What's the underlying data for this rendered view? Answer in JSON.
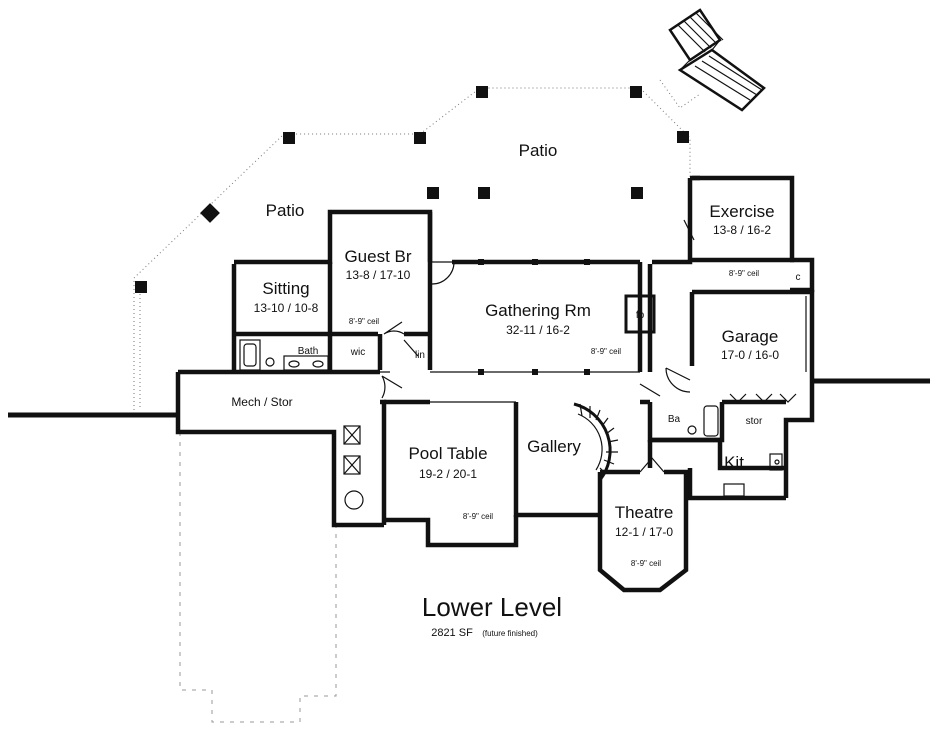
{
  "rooms": {
    "patio_upper": "Patio",
    "patio_left": "Patio",
    "exercise": {
      "name": "Exercise",
      "dims": "13-8 / 16-2",
      "ceiling": "8'-9\" ceil"
    },
    "closet_c": "c",
    "guest_br": {
      "name": "Guest Br",
      "dims": "13-8 / 17-10",
      "ceiling": "8'-9\" ceil"
    },
    "sitting": {
      "name": "Sitting",
      "dims": "13-10 / 10-8"
    },
    "bath": "Bath",
    "wic": "wic",
    "lin": "lin",
    "gathering": {
      "name": "Gathering Rm",
      "dims": "32-11 / 16-2",
      "ceiling": "8'-9\" ceil"
    },
    "fp": "fp",
    "garage": {
      "name": "Garage",
      "dims": "17-0 / 16-0"
    },
    "stor": "stor",
    "ba": "Ba",
    "mech": "Mech / Stor",
    "pool": {
      "name": "Pool Table",
      "dims": "19-2 / 20-1",
      "ceiling": "8'-9\" ceil"
    },
    "gallery": "Gallery",
    "kit": "Kit",
    "theatre": {
      "name": "Theatre",
      "dims": "12-1 / 17-0",
      "ceiling": "8'-9\" ceil"
    }
  },
  "level": {
    "title": "Lower Level",
    "area": "2821 SF",
    "note": "(future finished)"
  }
}
